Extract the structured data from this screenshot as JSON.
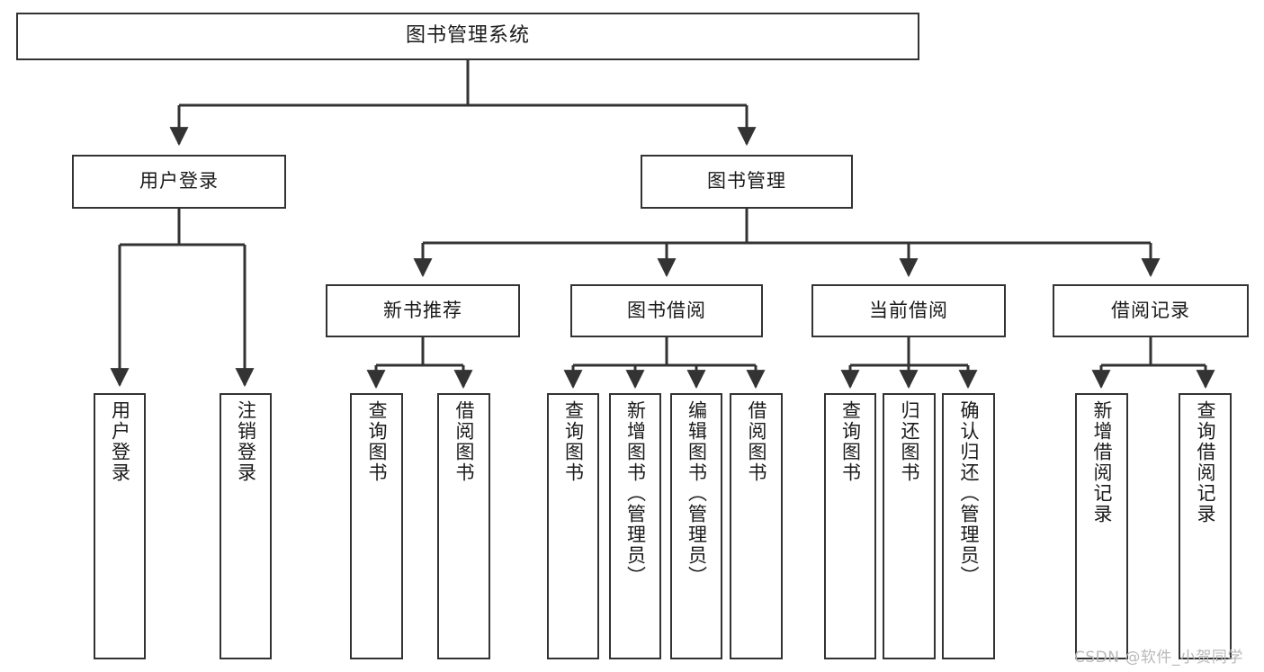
{
  "diagram": {
    "type": "tree",
    "title": "图书管理系统",
    "orientation": "top-down",
    "colors": {
      "box_border": "#333333",
      "box_fill": "#ffffff",
      "edge": "#333333",
      "text": "#1a1a1a",
      "watermark": "#b9b9b9",
      "canvas": "#ffffff"
    },
    "root": {
      "label": "图书管理系统"
    },
    "level2": [
      {
        "id": "user-login",
        "label": "用户登录"
      },
      {
        "id": "book-management",
        "label": "图书管理"
      }
    ],
    "level3": [
      {
        "id": "new-book-recommend",
        "label": "新书推荐",
        "parent": "book-management"
      },
      {
        "id": "book-borrow",
        "label": "图书借阅",
        "parent": "book-management"
      },
      {
        "id": "current-borrow",
        "label": "当前借阅",
        "parent": "book-management"
      },
      {
        "id": "borrow-record",
        "label": "借阅记录",
        "parent": "book-management"
      }
    ],
    "leaves": {
      "user-login": [
        {
          "id": "leaf-user-login",
          "label": "用户登录"
        },
        {
          "id": "leaf-user-logout",
          "label": "注销登录"
        }
      ],
      "new-book-recommend": [
        {
          "id": "leaf-query-book-1",
          "label": "查询图书"
        },
        {
          "id": "leaf-borrow-book-1",
          "label": "借阅图书"
        }
      ],
      "book-borrow": [
        {
          "id": "leaf-query-book-2",
          "label": "查询图书"
        },
        {
          "id": "leaf-add-book",
          "label": "新增图书（管理员）"
        },
        {
          "id": "leaf-edit-book",
          "label": "编辑图书（管理员）"
        },
        {
          "id": "leaf-borrow-book-2",
          "label": "借阅图书"
        }
      ],
      "current-borrow": [
        {
          "id": "leaf-query-book-3",
          "label": "查询图书"
        },
        {
          "id": "leaf-return-book",
          "label": "归还图书"
        },
        {
          "id": "leaf-confirm-return",
          "label": "确认归还（管理员）"
        }
      ],
      "borrow-record": [
        {
          "id": "leaf-add-record",
          "label": "新增借阅记录"
        },
        {
          "id": "leaf-query-record",
          "label": "查询借阅记录"
        }
      ]
    }
  },
  "watermark": {
    "text": "CSDN @软件_小贺同学"
  }
}
